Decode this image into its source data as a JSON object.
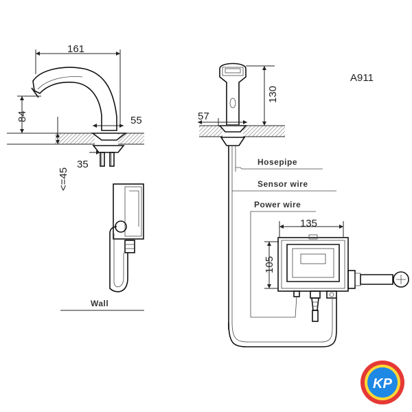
{
  "model": "A911",
  "dimensions": {
    "spout_length": "161",
    "spout_height": "84",
    "body_diameter": "55",
    "thread_diameter": "35",
    "max_deck_thickness": "<=45",
    "front_height": "130",
    "front_width": "57",
    "box_width": "135",
    "box_height": "105"
  },
  "labels": {
    "hosepipe": "Hosepipe",
    "sensor_wire": "Sensor wire",
    "power_wire": "Power wire",
    "wall": "Wall"
  },
  "logo": {
    "text": "KP",
    "colors": {
      "outer": "#e53935",
      "inner": "#1e88e5",
      "ring": "#fdd835"
    }
  }
}
